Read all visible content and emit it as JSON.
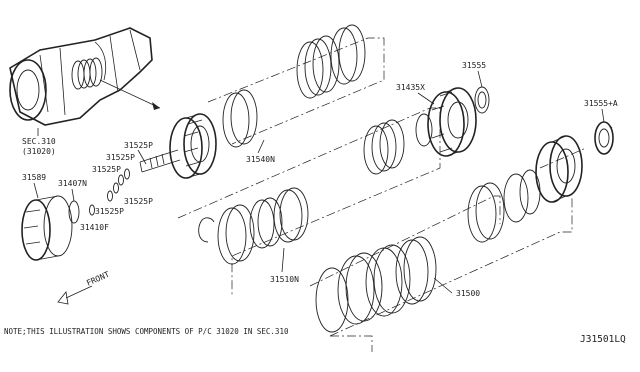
{
  "labels": {
    "sec310": "SEC.310",
    "sec310_sub": "(31020)",
    "p31589": "31589",
    "p31407n": "31407N",
    "p31410f": "31410F",
    "p31525p_a": "31525P",
    "p31525p_b": "31525P",
    "p31525p_c": "31525P",
    "p31525p_d": "31525P",
    "p31525p_e": "31525P",
    "p31540n": "31540N",
    "p31435x": "31435X",
    "p31555": "31555",
    "p31555a": "31555+A",
    "p31510n": "31510N",
    "p31500": "31500",
    "front": "FRONT"
  },
  "note": "NOTE;THIS ILLUSTRATION SHOWS COMPONENTS OF P/C 31020 IN SEC.310",
  "diagram_code": "J31501LQ"
}
